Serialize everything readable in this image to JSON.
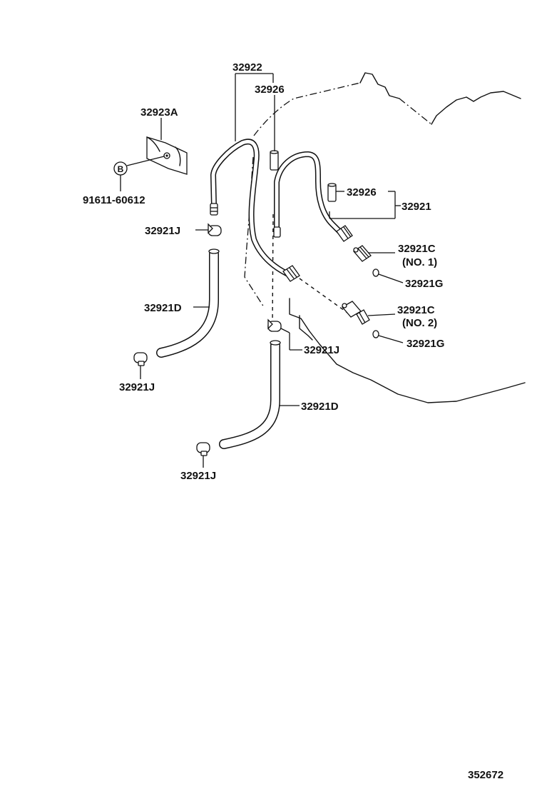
{
  "callouts": {
    "p32922": "32922",
    "p32926_top": "32926",
    "p32923A": "32923A",
    "bolt_symbol": "B",
    "bolt_number": "91611-60612",
    "p32926_right": "32926",
    "p32921": "32921",
    "p32921J_upper": "32921J",
    "p32921C_no1": "32921C",
    "no1": "(NO. 1)",
    "p32921G_upper": "32921G",
    "p32921D_left": "32921D",
    "p32921C_no2": "32921C",
    "no2": "(NO. 2)",
    "p32921G_lower": "32921G",
    "p32921J_middle": "32921J",
    "p32921J_left": "32921J",
    "p32921D_lower": "32921D",
    "p32921J_bottom": "32921J"
  },
  "figure_number": "352672"
}
